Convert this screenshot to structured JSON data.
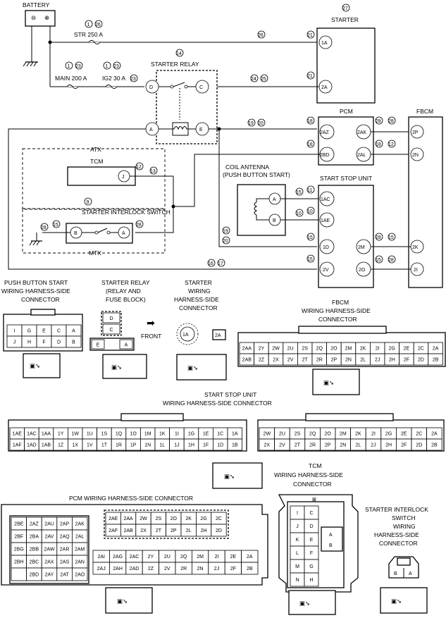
{
  "components": {
    "battery": "BATTERY",
    "starter": "STARTER",
    "starter_relay": "STARTER RELAY",
    "pcm": "PCM",
    "fbcm": "FBCM",
    "atx": "ATX",
    "mtx": "MTX",
    "tcm": "TCM",
    "starter_interlock_switch": "STARTER INTERLOCK SWITCH",
    "coil_antenna_1": "COIL ANTENNA",
    "coil_antenna_2": "(PUSH BUTTON START)",
    "start_stop_unit": "START STOP UNIT"
  },
  "fuses": {
    "str": "STR 250 A",
    "main": "MAIN 200 A",
    "ig2": "IG2 30 A"
  },
  "callouts": [
    "1",
    "26",
    "27",
    "26",
    "21",
    "1",
    "23",
    "1",
    "23",
    "23",
    "14",
    "24",
    "25",
    "21",
    "19",
    "20",
    "18",
    "18",
    "28",
    "18",
    "28",
    "12",
    "13",
    "9",
    "28",
    "15",
    "28",
    "15",
    "11",
    "10",
    "10",
    "19",
    "20",
    "15",
    "15",
    "28",
    "15",
    "16",
    "17",
    "15",
    "28"
  ],
  "pins": {
    "starter": [
      "1A",
      "2A"
    ],
    "relay": [
      "D",
      "C",
      "A",
      "E"
    ],
    "pcm": [
      "2AZ",
      "2BD",
      "2AK",
      "2AL"
    ],
    "fbcm": [
      "2P",
      "2N",
      "2K",
      "2I"
    ],
    "tcm": [
      "J"
    ],
    "sis": [
      "B",
      "A"
    ],
    "coil": [
      "A",
      "B"
    ],
    "ssu": [
      "1AC",
      "1AE",
      "1D",
      "2V",
      "2M",
      "2O"
    ]
  },
  "connector_titles": {
    "push_button": [
      "PUSH BUTTON START",
      "WIRING HARNESS-SIDE",
      "CONNECTOR"
    ],
    "relay": [
      "STARTER RELAY",
      "(RELAY AND",
      "FUSE BLOCK)"
    ],
    "front": "FRONT",
    "starter": [
      "STARTER",
      "WIRING",
      "HARNESS-SIDE",
      "CONNECTOR"
    ],
    "fbcm": [
      "FBCM",
      "WIRING HARNESS-SIDE",
      "CONNECTOR"
    ],
    "ssu": [
      "START STOP UNIT",
      "WIRING HARNESS-SIDE CONNECTOR"
    ],
    "tcm": [
      "TCM",
      "WIRING HARNESS-SIDE",
      "CONNECTOR"
    ],
    "pcm": "PCM WIRING HARNESS-SIDE CONNECTOR",
    "sis": [
      "STARTER INTERLOCK",
      "SWITCH",
      "WIRING",
      "HARNESS-SIDE",
      "CONNECTOR"
    ]
  },
  "push_button_rows": [
    [
      "I",
      "G",
      "E",
      "C",
      "A"
    ],
    [
      "J",
      "H",
      "F",
      "D",
      "B"
    ]
  ],
  "relay_conn": [
    "D",
    "C",
    "E",
    "A"
  ],
  "starter_conn": [
    "1A",
    "2A"
  ],
  "fbcm_rows": [
    [
      "2AA",
      "2Y",
      "2W",
      "2U",
      "2S",
      "2Q",
      "2O",
      "2M",
      "2K",
      "2I",
      "2G",
      "2E",
      "2C",
      "2A"
    ],
    [
      "2AB",
      "2Z",
      "2X",
      "2V",
      "2T",
      "2R",
      "2P",
      "2N",
      "2L",
      "2J",
      "2H",
      "2F",
      "2D",
      "2B"
    ]
  ],
  "ssu_left_rows": [
    [
      "1AE",
      "1AC",
      "1AA",
      "1Y",
      "1W",
      "1U",
      "1S",
      "1Q",
      "1O",
      "1M",
      "1K",
      "1I",
      "1G",
      "1E",
      "1C",
      "1A"
    ],
    [
      "1AF",
      "1AD",
      "1AB",
      "1Z",
      "1X",
      "1V",
      "1T",
      "1R",
      "1P",
      "1N",
      "1L",
      "1J",
      "1H",
      "1F",
      "1D",
      "1B"
    ]
  ],
  "ssu_right_rows": [
    [
      "2W",
      "2U",
      "2S",
      "2Q",
      "2O",
      "2M",
      "2K",
      "2I",
      "2G",
      "2E",
      "2C",
      "2A"
    ],
    [
      "2X",
      "2V",
      "2T",
      "2R",
      "2P",
      "2N",
      "2L",
      "2J",
      "2H",
      "2F",
      "2D",
      "2B"
    ]
  ],
  "pcm_left_rows": [
    [
      "2BE",
      "2AZ",
      "2AU",
      "2AP",
      "2AK"
    ],
    [
      "2BF",
      "2BA",
      "2AV",
      "2AQ",
      "2AL"
    ],
    [
      "2BG",
      "2BB",
      "2AW",
      "2AR",
      "2AM"
    ],
    [
      "2BH",
      "2BC",
      "2AX",
      "2AS",
      "2AN"
    ],
    [
      "",
      "2BD",
      "2AY",
      "2AT",
      "2AO"
    ]
  ],
  "pcm_top_rows": [
    [
      "2AE",
      "2AA",
      "2W",
      "2S",
      "2O",
      "2K",
      "2G",
      "2C"
    ],
    [
      "2AF",
      "2AB",
      "2X",
      "2T",
      "2P",
      "2L",
      "2H",
      "2D"
    ]
  ],
  "pcm_bot_rows": [
    [
      "2AI",
      "2AG",
      "2AC",
      "2Y",
      "2U",
      "2Q",
      "2M",
      "2I",
      "2E",
      "2A"
    ],
    [
      "2AJ",
      "2AH",
      "2AD",
      "2Z",
      "2V",
      "2R",
      "2N",
      "2J",
      "2F",
      "2B"
    ]
  ],
  "tcm_rows": [
    [
      "I",
      "C"
    ],
    [
      "J",
      "D"
    ],
    [
      "K",
      "E"
    ],
    [
      "L",
      "F"
    ],
    [
      "M",
      "G"
    ],
    [
      "N",
      "H"
    ]
  ],
  "tcm_inner": [
    "A",
    "B"
  ],
  "sis_conn": [
    "B",
    "A"
  ]
}
